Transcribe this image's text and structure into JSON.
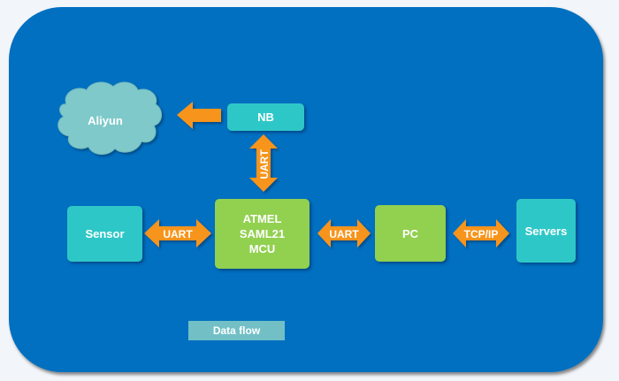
{
  "diagram": {
    "nodes": {
      "cloud": {
        "label": "Aliyun"
      },
      "nb": {
        "label": "NB"
      },
      "sensor": {
        "label": "Sensor"
      },
      "mcu": {
        "lines": [
          "ATMEL",
          "SAML21",
          "MCU"
        ]
      },
      "pc": {
        "label": "PC"
      },
      "servers": {
        "label": "Servers"
      }
    },
    "edges": [
      {
        "from": "nb",
        "to": "cloud",
        "label": "",
        "direction": "one-way"
      },
      {
        "from": "nb",
        "to": "mcu",
        "label": "UART",
        "direction": "bidirectional"
      },
      {
        "from": "sensor",
        "to": "mcu",
        "label": "UART",
        "direction": "bidirectional"
      },
      {
        "from": "mcu",
        "to": "pc",
        "label": "UART",
        "direction": "bidirectional"
      },
      {
        "from": "pc",
        "to": "servers",
        "label": "TCP/IP",
        "direction": "bidirectional"
      }
    ],
    "caption": "Data flow",
    "colors": {
      "background": "#0170c1",
      "teal": "#2ec7c7",
      "green": "#92d050",
      "arrow": "#f7941d",
      "cloud": "#7fc9cb",
      "caption": "#72c0c6"
    }
  }
}
